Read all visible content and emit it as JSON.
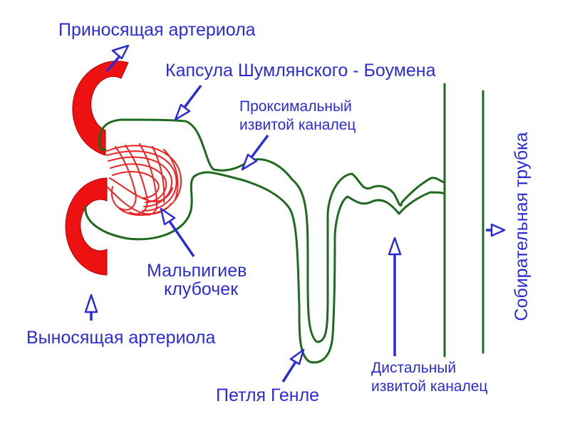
{
  "labels": {
    "afferent": "Приносящая артериола",
    "capsule": "Капсула Шумлянского - Боумена",
    "proximal_1": "Проксимальный",
    "proximal_2": "извитой каналец",
    "collecting": "Собирательная трубка",
    "glomerulus_1": "Мальпигиев",
    "glomerulus_2": "клубочек",
    "efferent": "Выносящая артериола",
    "henle": "Петля Генле",
    "distal_1": "Дистальный",
    "distal_2": "извитой каналец"
  },
  "colors": {
    "label": "#2b2bd8",
    "tubule": "#1e6a1e",
    "arteriole": "#ee1111",
    "glomerulus": "#ee2222"
  }
}
